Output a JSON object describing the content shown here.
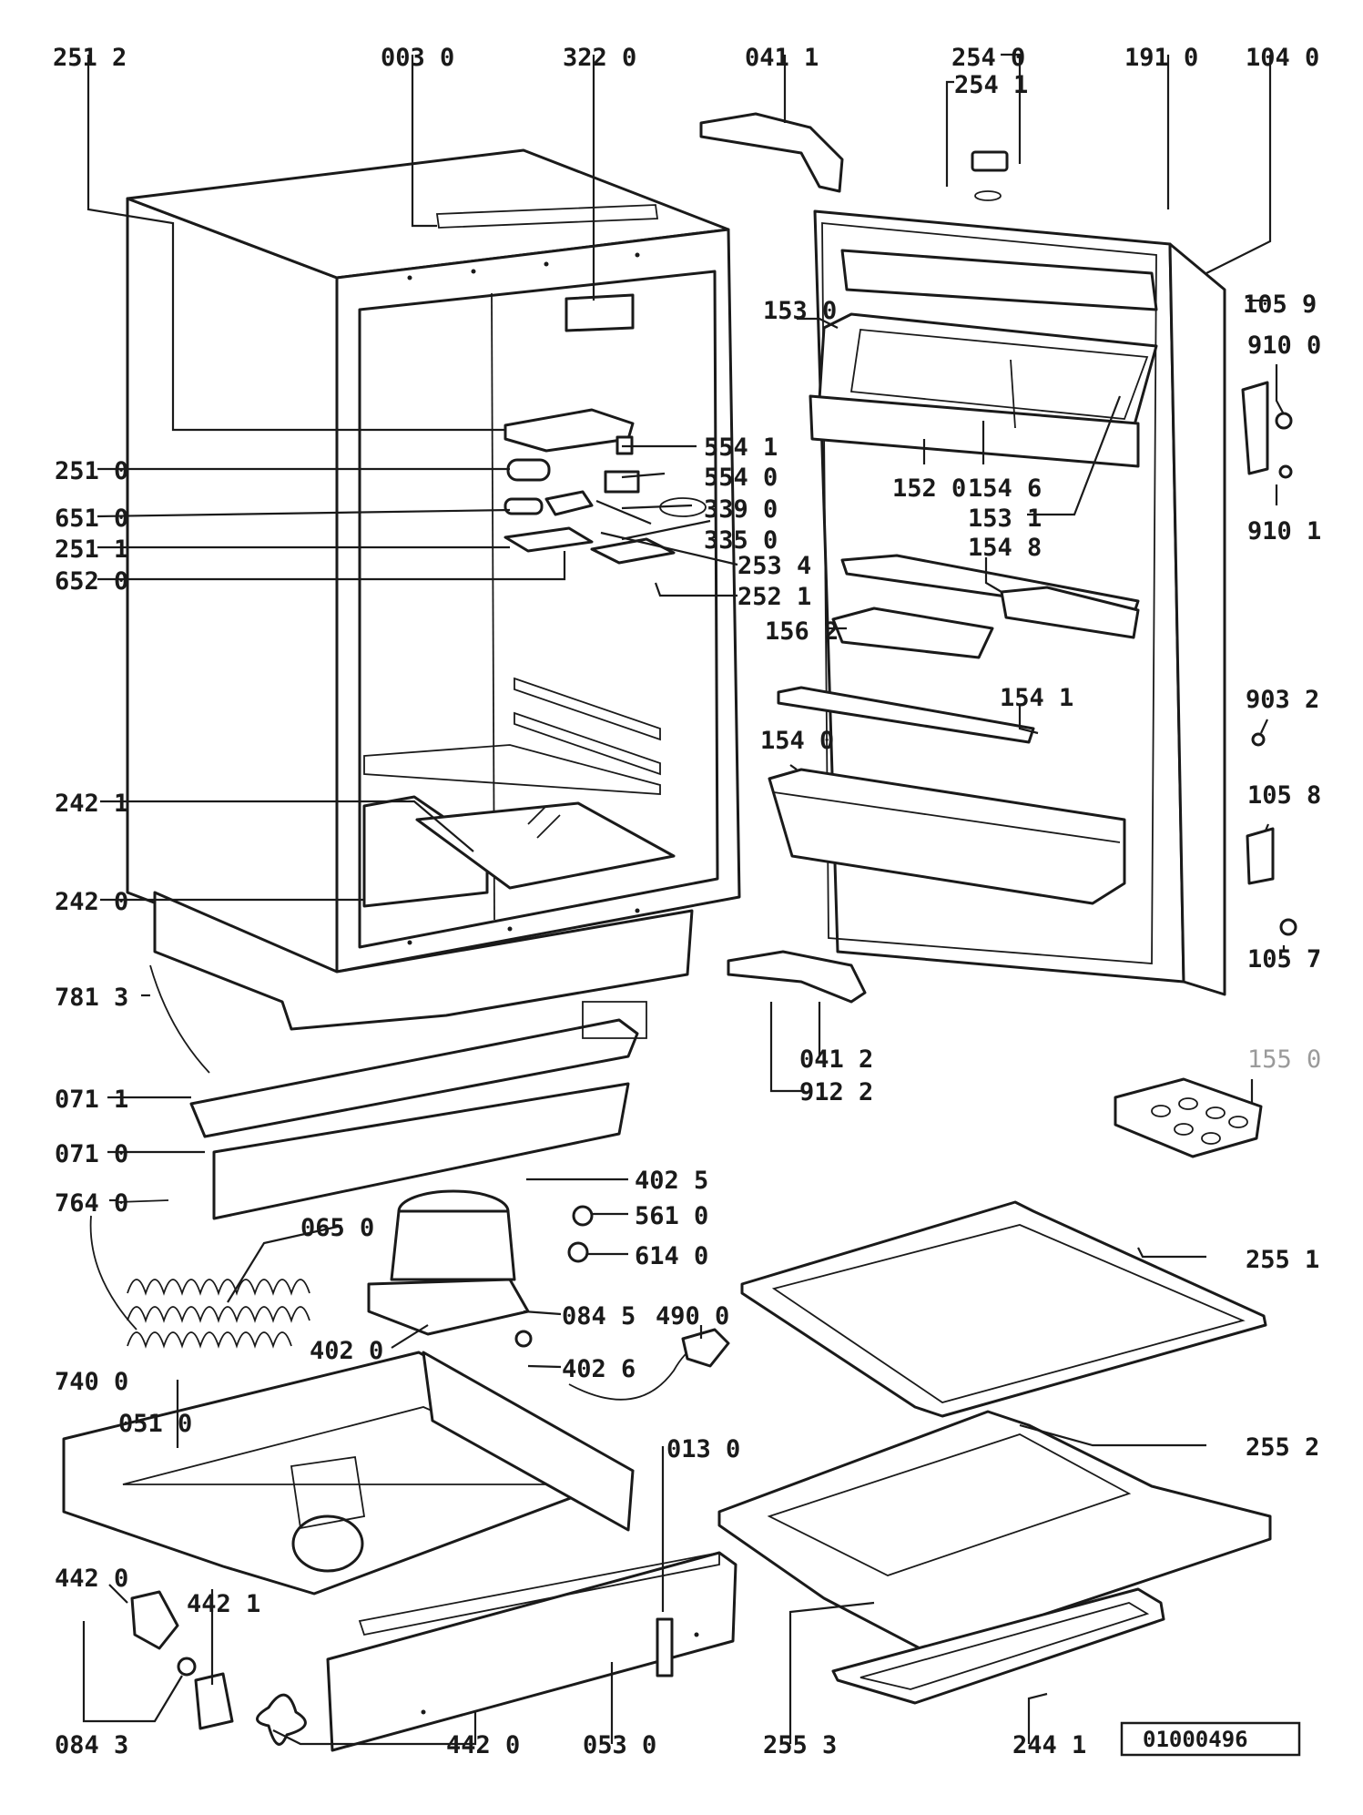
{
  "labels": {
    "l2512": "251 2",
    "l0030": "003 0",
    "l3220": "322 0",
    "l0411": "041 1",
    "l2540": "254 0",
    "l2541": "254 1",
    "l1910": "191 0",
    "l1040": "104 0",
    "l1530": "153 0",
    "l1059": "105 9",
    "l9100": "910 0",
    "l5541": "554 1",
    "l2510": "251 0",
    "l5540": "554 0",
    "l1520": "152 0",
    "l1546": "154 6",
    "l6510": "651 0",
    "l3390": "339 0",
    "l1531": "153 1",
    "l9101": "910 1",
    "l2511": "251 1",
    "l3350": "335 0",
    "l1548": "154 8",
    "l6520": "652 0",
    "l2534": "253 4",
    "l2521": "252 1",
    "l1562": "156 2",
    "l9032": "903 2",
    "l1541": "154 1",
    "l1540": "154 0",
    "l2421": "242 1",
    "l1058": "105 8",
    "l2420": "242 0",
    "l1057": "105 7",
    "l7813": "781 3",
    "l0412": "041 2",
    "l9122": "912 2",
    "l1550": "155 0",
    "l0711": "071 1",
    "l0710": "071 0",
    "l4025": "402 5",
    "l7640": "764 0",
    "l0650": "065 0",
    "l5610": "561 0",
    "l6140": "614 0",
    "l2551": "255 1",
    "l0845": "084 5",
    "l4900": "490 0",
    "l4020": "402 0",
    "l4026": "402 6",
    "l7400": "740 0",
    "l0510": "051 0",
    "l0130": "013 0",
    "l2552": "255 2",
    "l4420a": "442 0",
    "l4421": "442 1",
    "l0843": "084 3",
    "l4420b": "442 0",
    "l0530": "053 0",
    "l2553": "255 3",
    "l2441": "244 1"
  },
  "doc_number": "01000496",
  "colors": {
    "ink": "#1a1a1a",
    "paper": "#ffffff",
    "faint": "#9a9a9a"
  }
}
